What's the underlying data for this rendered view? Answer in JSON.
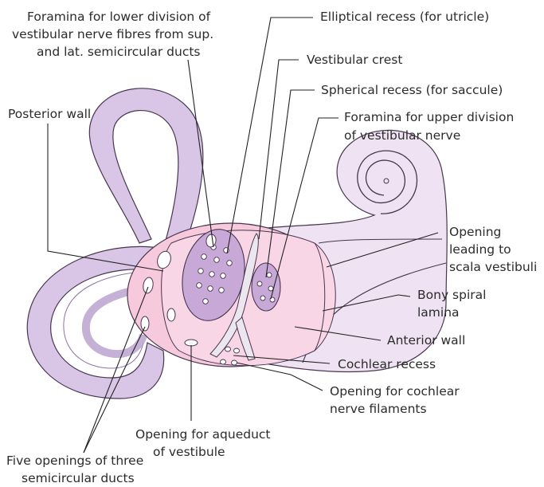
{
  "labels": {
    "foramina_lower": [
      "Foramina for lower division of",
      "vestibular nerve fibres from sup.",
      "and lat. semicircular ducts"
    ],
    "elliptical_recess": "Elliptical recess (for utricle)",
    "vestibular_crest": "Vestibular crest",
    "spherical_recess": "Spherical recess (for saccule)",
    "foramina_upper": [
      "Foramina for upper division",
      "of vestibular nerve"
    ],
    "posterior_wall": "Posterior wall",
    "opening_scala": [
      "Opening",
      "leading to",
      "scala vestibuli"
    ],
    "bony_spiral": [
      "Bony spiral",
      "lamina"
    ],
    "anterior_wall": "Anterior wall",
    "cochlear_recess": "Cochlear recess",
    "opening_cochlear": [
      "Opening for cochlear",
      "nerve filaments"
    ],
    "opening_aqueduct": [
      "Opening for aqueduct",
      "of vestibule"
    ],
    "five_openings": [
      "Five openings of three",
      "semicircular ducts"
    ]
  },
  "colors": {
    "canal_fill": "#d9c6e6",
    "canal_dark": "#b79dcc",
    "vestibule_fill": "#f6c9dd",
    "vestibule_inner": "#f9d6e6",
    "cochlea_fill": "#efe3f3",
    "recess_fill": "#c8a8d6",
    "crest_fill": "#ece6ef",
    "outline": "#4a3550",
    "leader": "#222222"
  }
}
